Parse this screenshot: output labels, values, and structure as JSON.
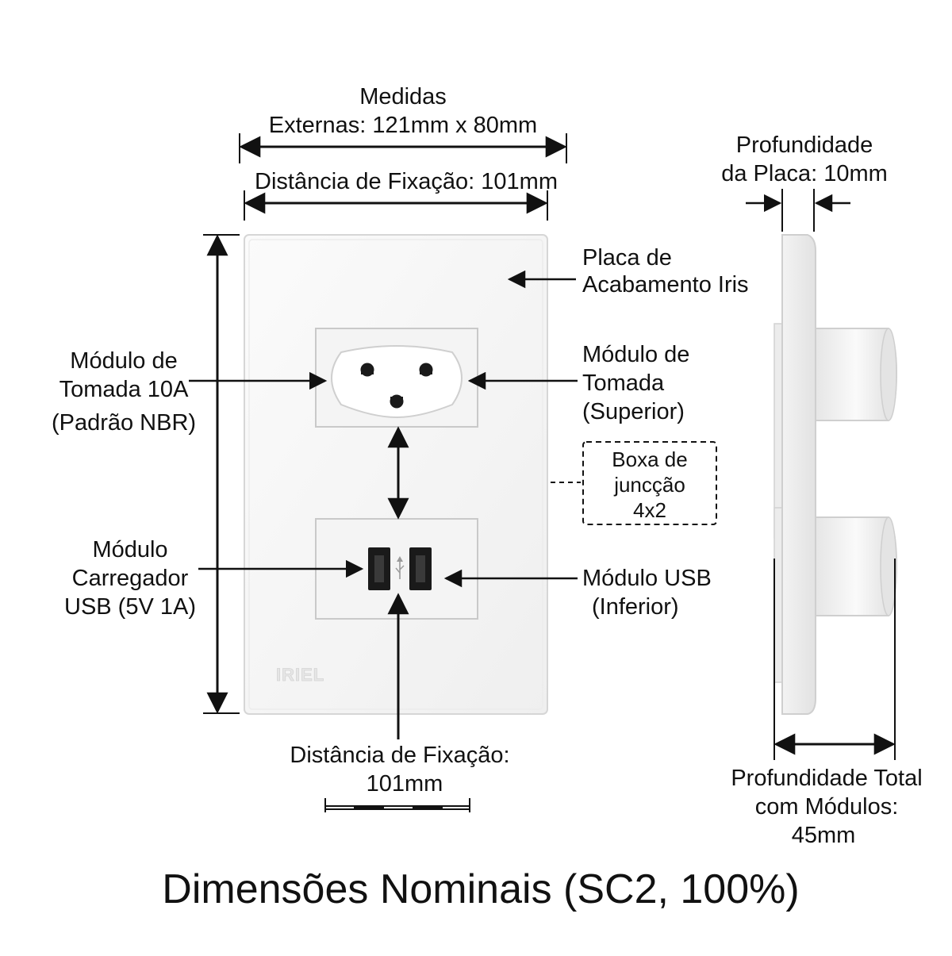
{
  "labels": {
    "external_line1": "Medidas",
    "external_line2": "Externas: 121mm x 80mm",
    "fixing_top": "Distância de Fixação: 101mm",
    "plate_depth_line1": "Profundidade",
    "plate_depth_line2": "da Placa: 10mm",
    "plate_line1": "Placa de",
    "plate_line2": "Acabamento Iris",
    "socket_left_line1": "Módulo de",
    "socket_left_line2": "Tomada 10A",
    "socket_left_line3": "(Padrão NBR)",
    "socket_right_line1": "Módulo de",
    "socket_right_line2": "Tomada",
    "socket_right_line3": "(Superior)",
    "box_line1": "Boxa de",
    "box_line2": "juncção",
    "box_line3": "4x2",
    "usb_left_line1": "Módulo",
    "usb_left_line2": "Carregador",
    "usb_left_line3": "USB (5V 1A)",
    "usb_right_line1": "Módulo USB",
    "usb_right_line2": "(Inferior)",
    "fixing_bottom_line1": "Distância de Fixação:",
    "fixing_bottom_line2": "101mm",
    "total_depth_line1": "Profundidade Total",
    "total_depth_line2": "com Módulos:",
    "total_depth_line3": "45mm",
    "brand": "IRIEL",
    "title": "Dimensões Nominais (SC2, 100%)"
  },
  "icons": {
    "usb": "usb-symbol-icon",
    "socket": "nbr-socket-icon"
  },
  "colors": {
    "plate": "#f7f7f7",
    "plate_edge": "#d9d9d9",
    "module": "#f4f4f4",
    "ink": "#111111",
    "socket_hole": "#1a1a1a"
  }
}
